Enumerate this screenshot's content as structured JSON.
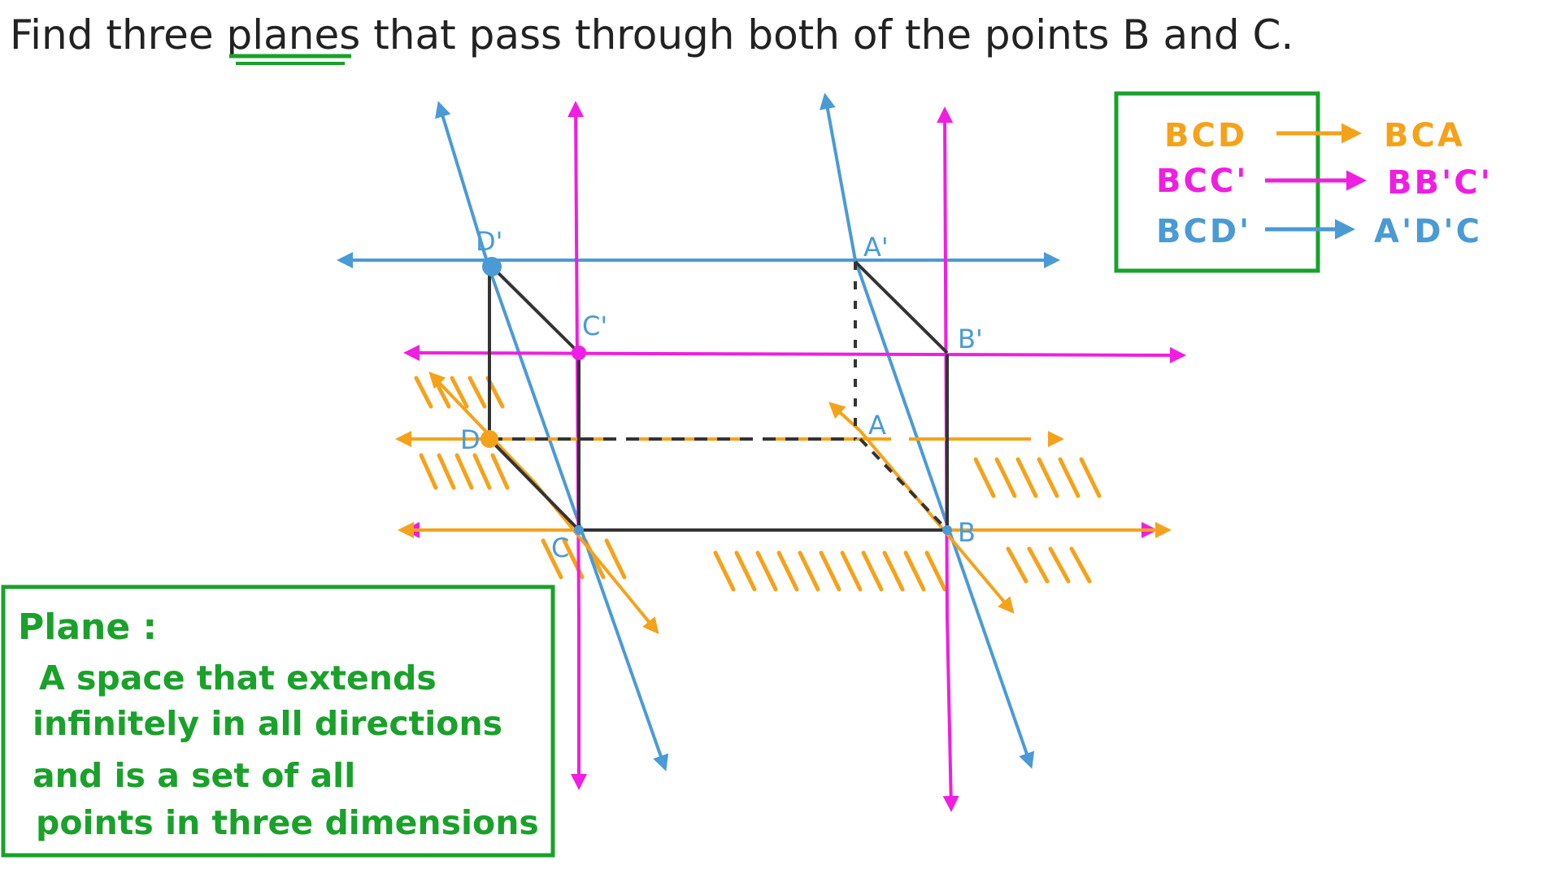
{
  "title": {
    "before": "Find three ",
    "highlight": "planes",
    "after": " that pass through both of the points  B and C."
  },
  "points": {
    "A": "A",
    "B": "B",
    "C": "C",
    "D": "D",
    "A1": "A'",
    "B1": "B'",
    "C1": "C'",
    "D1": "D'"
  },
  "legend": {
    "rows": [
      {
        "from": "BCD",
        "to": "BCA",
        "color": "#f5a21b"
      },
      {
        "from": "BCC'",
        "to": "BB'C'",
        "color": "#f01ee0"
      },
      {
        "from": "BCD'",
        "to": "A'D'C",
        "color": "#4a9ad6"
      }
    ]
  },
  "definition": {
    "heading": "Plane :",
    "lines": [
      "A space that extends",
      "infinitely in all directions",
      "and is a set of all",
      "points in three dimensions"
    ]
  },
  "colors": {
    "orange": "#f5a21b",
    "magenta": "#f01ee0",
    "blue": "#4a9ad6",
    "green": "#1aa12b",
    "black": "#333333"
  }
}
